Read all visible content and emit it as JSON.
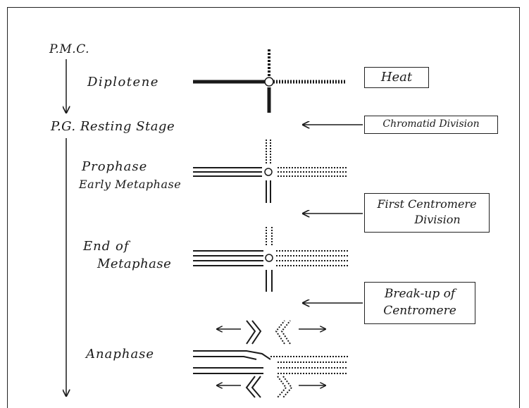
{
  "stages": {
    "pmc": "P.M.C.",
    "diplotene": "Diplotene",
    "pg_resting": "P.G. Resting Stage",
    "prophase": "Prophase",
    "early_metaphase": "Early Metaphase",
    "end_of": "End of",
    "metaphase": "Metaphase",
    "anaphase": "Anaphase"
  },
  "events": {
    "heat": "Heat",
    "chromatid_division": "Chromatid Division",
    "first_centromere_1": "First Centromere",
    "first_centromere_2": "Division",
    "breakup_1": "Break-up of",
    "breakup_2": "Centromere"
  },
  "colors": {
    "ink": "#1a1a1a",
    "background": "#ffffff"
  }
}
